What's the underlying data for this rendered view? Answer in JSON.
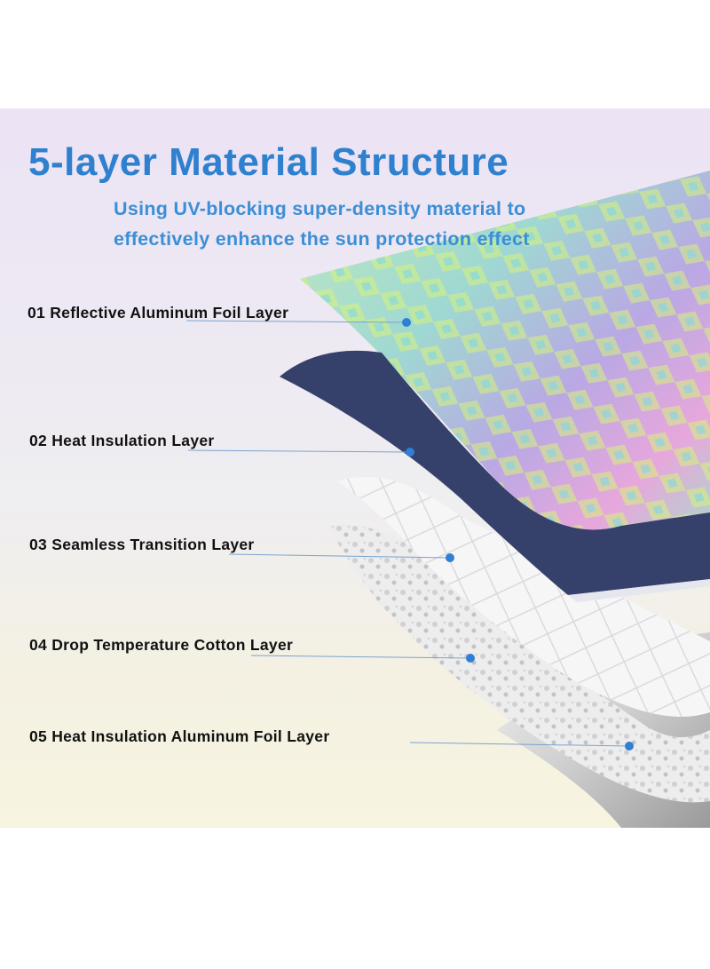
{
  "header": {
    "title": "5-layer Material Structure",
    "subtitle_line1": "Using UV-blocking super-density material to",
    "subtitle_line2": "effectively enhance the sun protection effect"
  },
  "layers": [
    {
      "label": "01 Reflective Aluminum Foil Layer"
    },
    {
      "label": "02 Heat Insulation Layer"
    },
    {
      "label": "03 Seamless Transition Layer"
    },
    {
      "label": "04 Drop Temperature Cotton Layer"
    },
    {
      "label": "05 Heat Insulation Aluminum Foil Layer"
    }
  ],
  "colors": {
    "title": "#2f80cf",
    "subtitle": "#3b8fd6",
    "leader_line": "#7aa3cf",
    "marker_dot": "#2f7fd6",
    "insulation_layer": "#3b4670"
  }
}
